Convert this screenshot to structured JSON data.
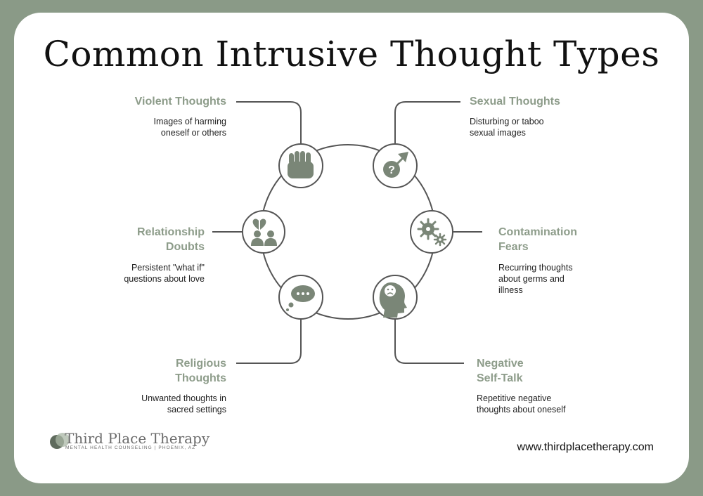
{
  "title": "Common Intrusive Thought Types",
  "colors": {
    "background": "#8a9a87",
    "card": "#ffffff",
    "accent": "#8d9c8a",
    "icon": "#7a8677",
    "line": "#555555"
  },
  "items": [
    {
      "label": "Violent Thoughts",
      "description": [
        "Images of harming",
        "oneself or others"
      ],
      "icon": "raised-fist-icon"
    },
    {
      "label": "Sexual Thoughts",
      "description": [
        "Disturbing or taboo",
        "sexual images"
      ],
      "icon": "question-mars-symbol-icon"
    },
    {
      "label": [
        "Relationship",
        "Doubts"
      ],
      "description": [
        "Persistent \"what if\"",
        "questions about love"
      ],
      "icon": "broken-heart-couple-icon"
    },
    {
      "label": [
        "Contamination",
        "Fears"
      ],
      "description": [
        "Recurring thoughts",
        "about germs and",
        "illness"
      ],
      "icon": "germs-icon"
    },
    {
      "label": [
        "Religious",
        "Thoughts"
      ],
      "description": [
        "Unwanted thoughts in",
        "sacred settings"
      ],
      "icon": "speech-bubble-icon"
    },
    {
      "label": [
        "Negative",
        "Self-Talk"
      ],
      "description": [
        "Repetitive negative",
        "thoughts about oneself"
      ],
      "icon": "sad-head-icon"
    }
  ],
  "logo": {
    "name": "Third Place Therapy",
    "tagline": "MENTAL HEALTH COUNSELING | PHOENIX, AZ"
  },
  "website": "www.thirdplacetherapy.com"
}
